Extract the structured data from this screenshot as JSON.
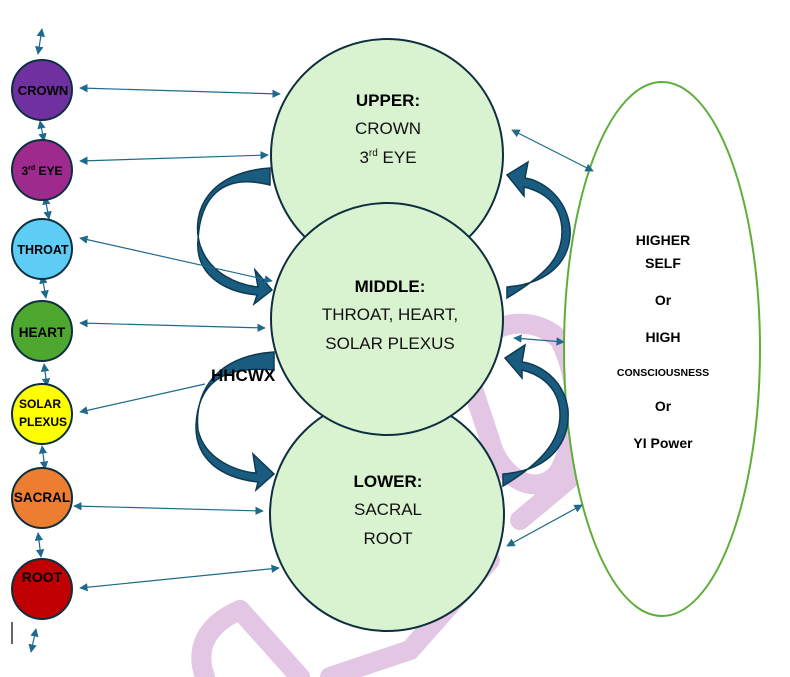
{
  "colors": {
    "connector": "#1f6a8c",
    "curved_arrow": "#1a5c80",
    "curved_arrow_edge": "#0d3a52",
    "center_fill": "#d9f2d0",
    "center_stroke": "#0e2f3f",
    "self_stroke": "#5fae3a",
    "watermark": "#e3c6e3"
  },
  "chakras": [
    {
      "label": "CROWN",
      "color": "#7030a0"
    },
    {
      "label_main": "3",
      "label_sup": "rd",
      "label_rest": " EYE",
      "label": "3rd EYE",
      "color": "#9e2a8e"
    },
    {
      "label": "THROAT",
      "color": "#5dcdf5"
    },
    {
      "label": "HEART",
      "color": "#4ea72e"
    },
    {
      "label": "SOLAR",
      "label2": "PLEXUS",
      "color": "#ffff00"
    },
    {
      "label": "SACRAL",
      "color": "#ed7d31"
    },
    {
      "label": "ROOT",
      "color": "#c00000"
    }
  ],
  "centers": {
    "upper": {
      "title": "UPPER:",
      "line1": "CROWN",
      "line2_main": "3",
      "line2_sup": "rd",
      "line2_rest": " EYE"
    },
    "middle": {
      "title": "MIDDLE:",
      "line1": "THROAT, HEART,",
      "line2": "SOLAR PLEXUS"
    },
    "lower": {
      "title": "LOWER:",
      "line1": "SACRAL",
      "line2": "ROOT"
    }
  },
  "higher_self": {
    "line1": "HIGHER",
    "line2": "SELF",
    "or1": "Or",
    "line3": "HIGH",
    "line4": "CONSCIOUSNESS",
    "or2": "Or",
    "line5": "YI Power"
  },
  "overlay_text": "HHCWX"
}
